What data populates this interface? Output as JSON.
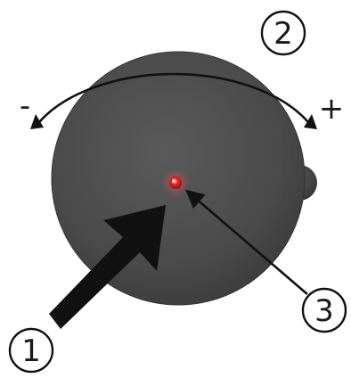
{
  "direction": {
    "minus_label": "-",
    "plus_label": "+"
  },
  "callouts": [
    {
      "label": "1"
    },
    {
      "label": "2"
    },
    {
      "label": "3"
    }
  ],
  "colors": {
    "knob": "#4d4d4d",
    "knob_edge": "#3b3b3b",
    "side_button": "#454545",
    "led": "#e3232b",
    "led_glow": "#ff7070",
    "ink": "#111111"
  },
  "icons": {
    "knob": "rotary-knob-icon",
    "led": "led-indicator-icon",
    "side_button": "side-button-icon"
  }
}
